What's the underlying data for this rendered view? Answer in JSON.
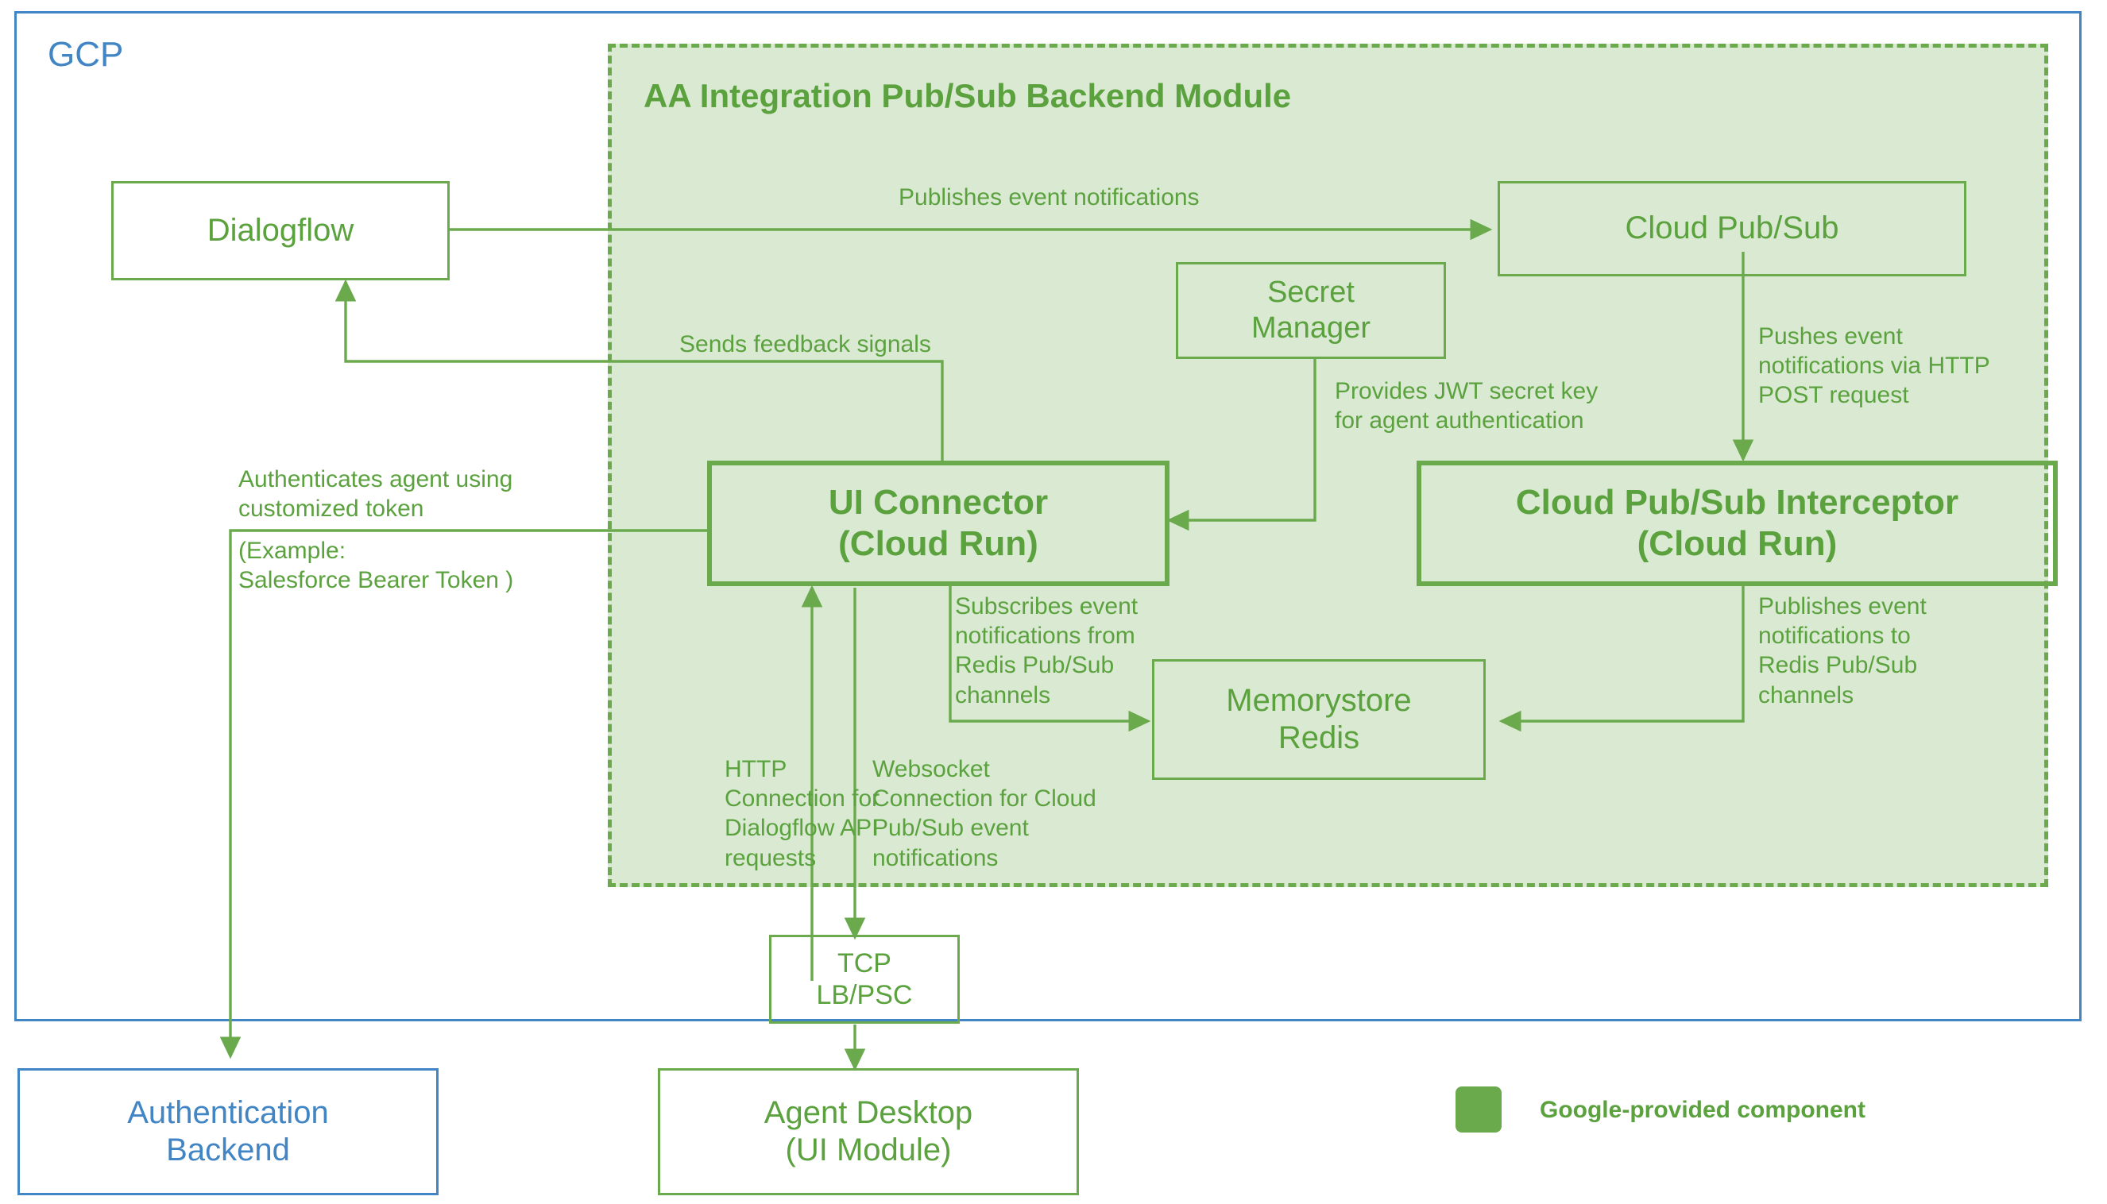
{
  "diagram": {
    "title": "AA Integration Pub/Sub Backend Module",
    "cloud_label": "GCP"
  },
  "colors": {
    "green_stroke": "#6aaa4c",
    "green_text": "#5ba23f",
    "blue_stroke": "#4285c4",
    "blue_text": "#4285c4",
    "module_fill": "#d9e9d2",
    "page_background": "#ffffff"
  },
  "nodes": {
    "dialogflow": {
      "label": "Dialogflow"
    },
    "cloud_pubsub": {
      "label": "Cloud Pub/Sub"
    },
    "secret_manager": {
      "label": "Secret\nManager"
    },
    "ui_connector": {
      "label": "UI Connector\n(Cloud Run)"
    },
    "interceptor": {
      "label": "Cloud Pub/Sub Interceptor\n(Cloud Run)"
    },
    "memorystore_redis": {
      "label": "Memorystore\nRedis"
    },
    "tcp_lb_psc": {
      "label": "TCP\nLB/PSC"
    },
    "agent_desktop": {
      "label": "Agent Desktop\n(UI Module)"
    },
    "auth_backend": {
      "label": "Authentication\nBackend"
    }
  },
  "edge_labels": {
    "publishes_event_notifications": "Publishes event notifications",
    "sends_feedback_signals": "Sends feedback signals",
    "provides_jwt": "Provides JWT secret key\nfor agent authentication",
    "authenticates_agent": "Authenticates agent using\ncustomized token",
    "authenticates_agent_example": "(Example:\nSalesforce Bearer Token )",
    "pushes_event_http_post": "Pushes event\nnotifications via HTTP\nPOST request",
    "publishes_to_redis": "Publishes event\nnotifications to\nRedis Pub/Sub\nchannels",
    "subscribes_from_redis": "Subscribes event\nnotifications from\nRedis Pub/Sub\nchannels",
    "http_connection": "HTTP\nConnection for\nDialogflow API\nrequests",
    "websocket_connection": "Websocket\nConnection for Cloud\nPub/Sub event\nnotifications"
  },
  "legend": {
    "swatch_color": "#6aaa4c",
    "label": "Google-provided component"
  }
}
